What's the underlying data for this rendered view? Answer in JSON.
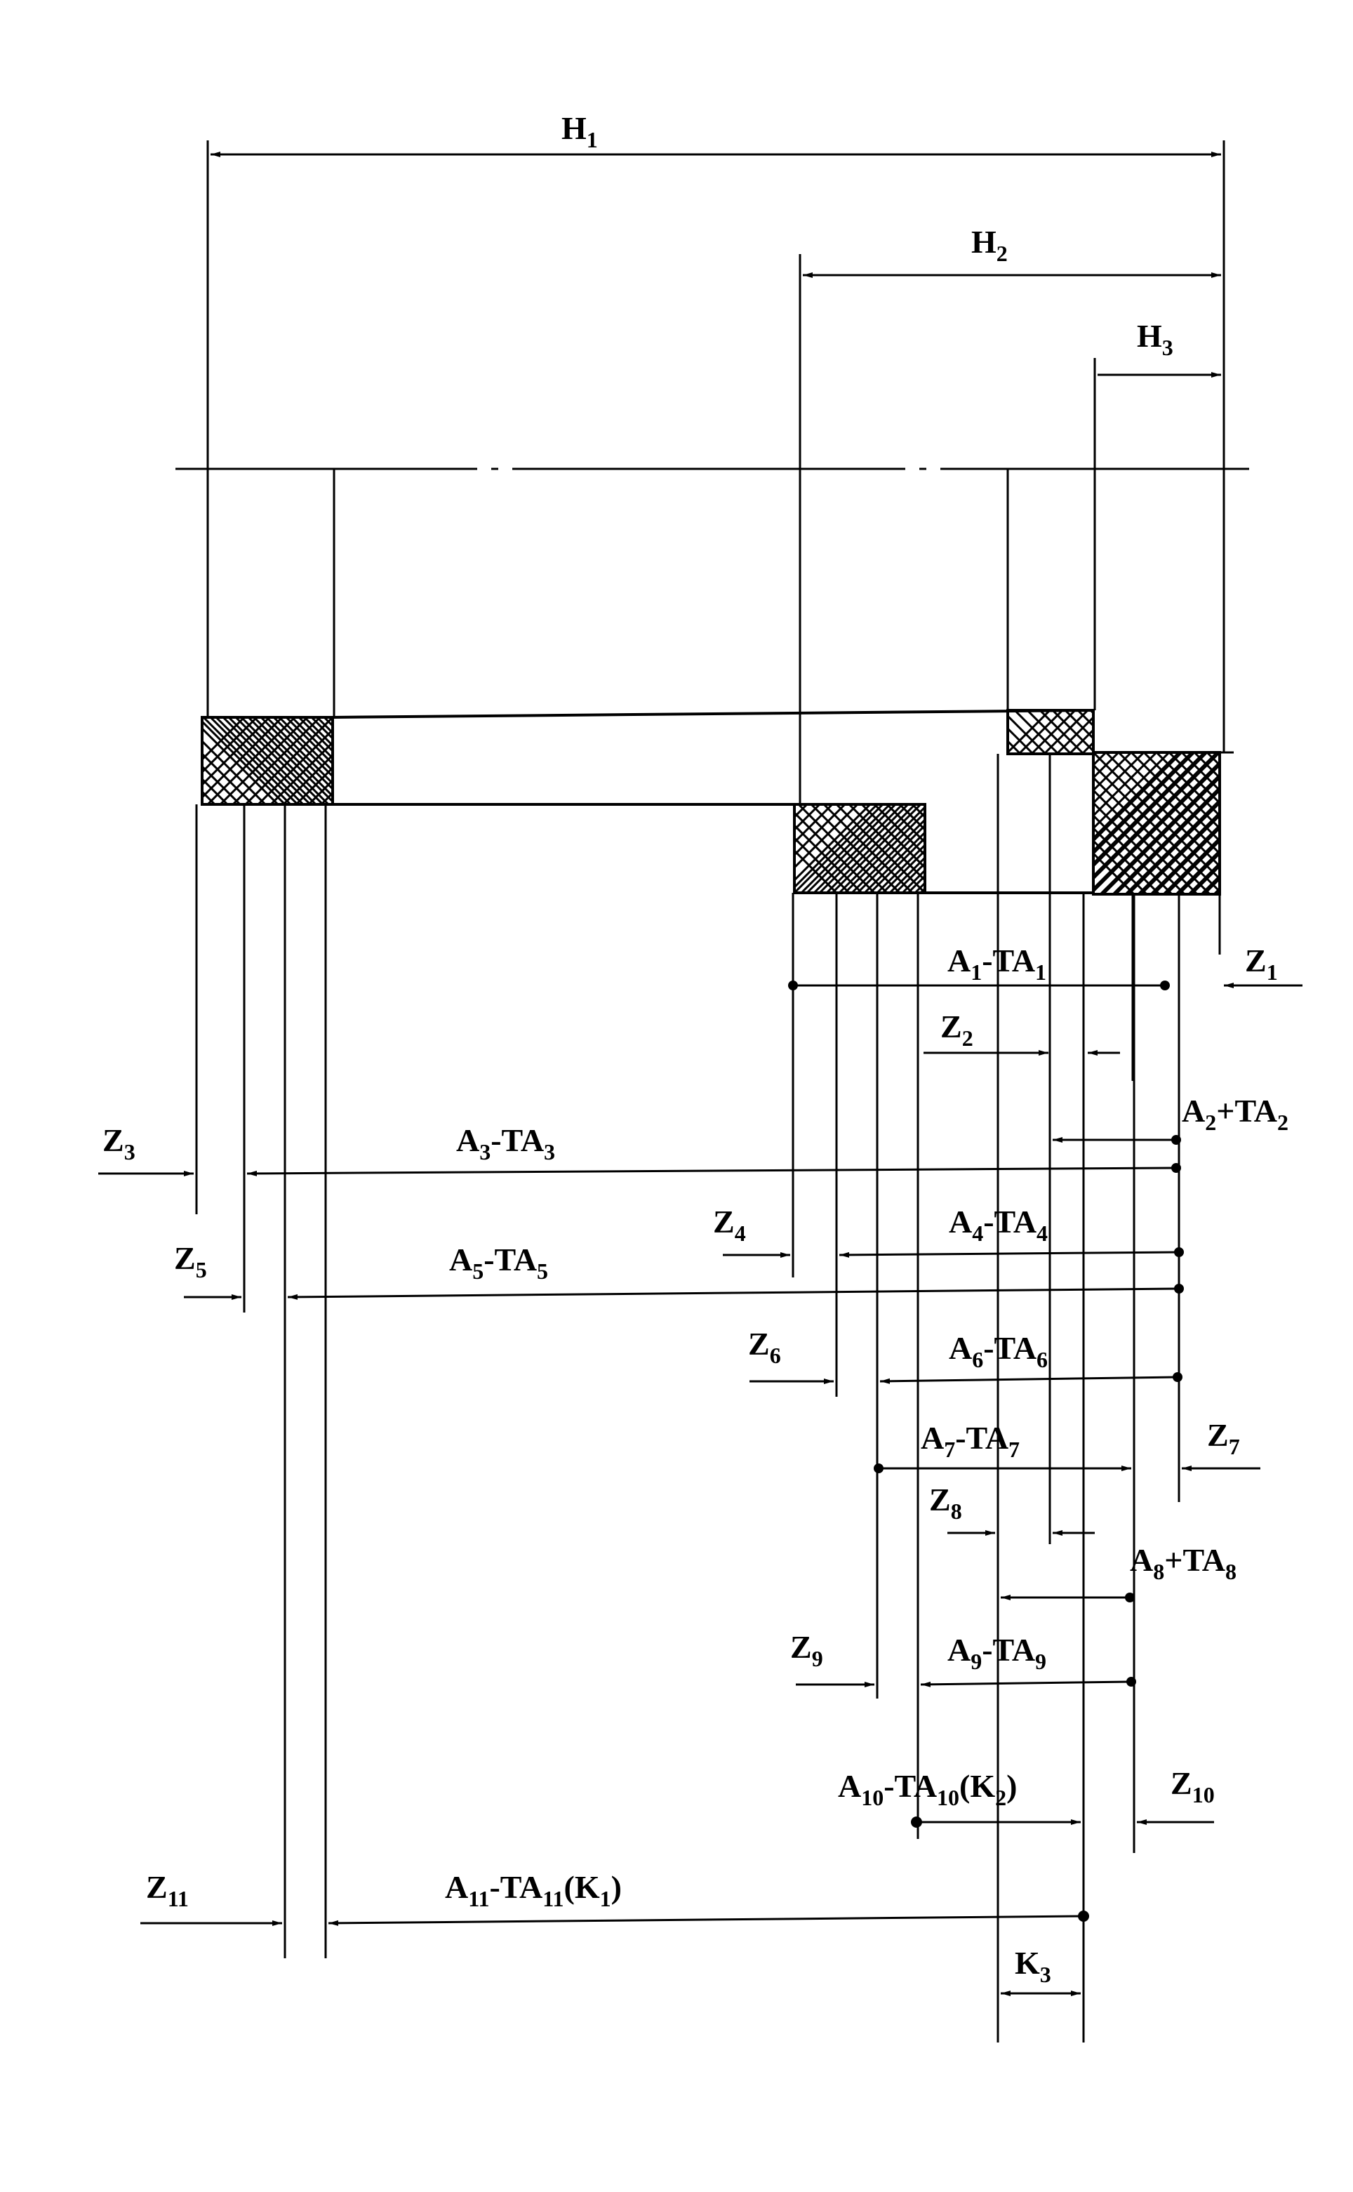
{
  "labels": {
    "H1": {
      "base": "H",
      "sub": "1"
    },
    "H2": {
      "base": "H",
      "sub": "2"
    },
    "H3": {
      "base": "H",
      "sub": "3"
    },
    "A1": {
      "base": "A",
      "sub": "1",
      "base2": "-TA",
      "sub2": "1"
    },
    "Z1": {
      "base": "Z",
      "sub": "1"
    },
    "Z2": {
      "base": "Z",
      "sub": "2"
    },
    "A2": {
      "base": "A",
      "sub": "2",
      "base2": "+TA",
      "sub2": "2"
    },
    "Z3": {
      "base": "Z",
      "sub": "3"
    },
    "A3": {
      "base": "A",
      "sub": "3",
      "base2": "-TA",
      "sub2": "3"
    },
    "Z4": {
      "base": "Z",
      "sub": "4"
    },
    "A4": {
      "base": "A",
      "sub": "4",
      "base2": "-TA",
      "sub2": "4"
    },
    "Z5": {
      "base": "Z",
      "sub": "5"
    },
    "A5": {
      "base": "A",
      "sub": "5",
      "base2": "-TA",
      "sub2": "5"
    },
    "Z6": {
      "base": "Z",
      "sub": "6"
    },
    "A6": {
      "base": "A",
      "sub": "6",
      "base2": "-TA",
      "sub2": "6"
    },
    "A7": {
      "base": "A",
      "sub": "7",
      "base2": "-TA",
      "sub2": "7"
    },
    "Z7": {
      "base": "Z",
      "sub": "7"
    },
    "Z8": {
      "base": "Z",
      "sub": "8"
    },
    "A8": {
      "base": "A",
      "sub": "8",
      "base2": "+TA",
      "sub2": "8"
    },
    "Z9": {
      "base": "Z",
      "sub": "9"
    },
    "A9": {
      "base": "A",
      "sub": "9",
      "base2": "-TA",
      "sub2": "9"
    },
    "A10": {
      "base": "A",
      "sub": "10",
      "base2": "-TA",
      "sub2": "10",
      "base3": "(K",
      "sub3": "2",
      "base4": ")"
    },
    "Z10": {
      "base": "Z",
      "sub": "10"
    },
    "Z11": {
      "base": "Z",
      "sub": "11"
    },
    "A11": {
      "base": "A",
      "sub": "11",
      "base2": "-TA",
      "sub2": "11",
      "base3": "(K",
      "sub3": "1",
      "base4": ")"
    },
    "K3": {
      "base": "K",
      "sub": "3"
    }
  }
}
